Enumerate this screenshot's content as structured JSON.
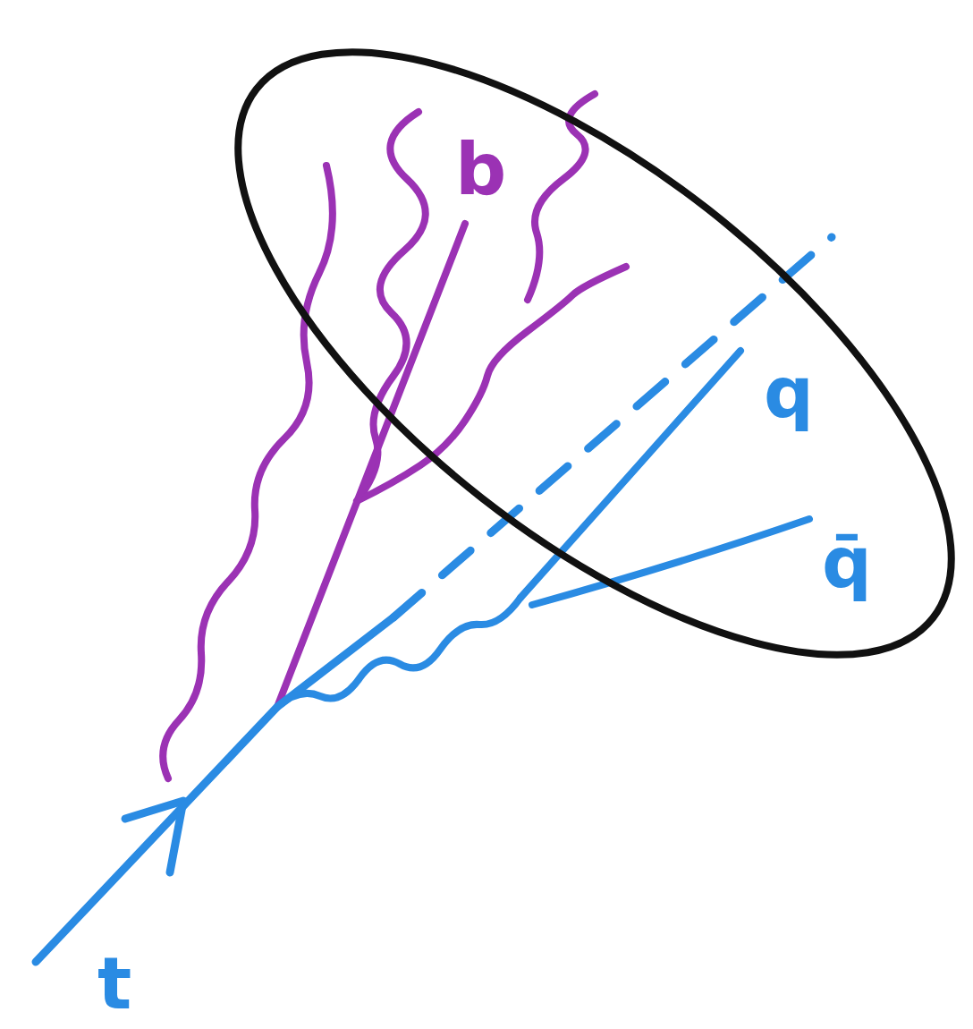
{
  "diagram": {
    "labels": [
      "t",
      "b",
      "q",
      "q̄"
    ]
  }
}
